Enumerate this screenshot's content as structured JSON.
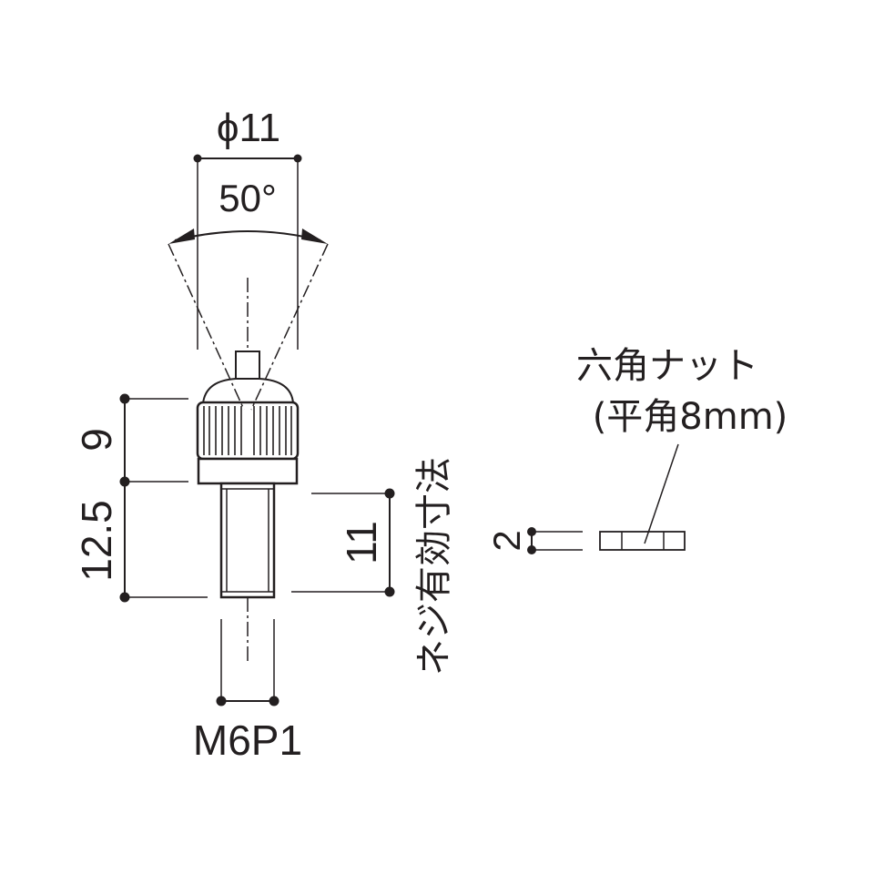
{
  "dimensions": {
    "diameter": "ϕ11",
    "angle": "50°",
    "knob_height": "9",
    "shaft_length": "12.5",
    "thread_length": "11",
    "thread_spec": "M6P1",
    "nut_thickness": "2"
  },
  "labels": {
    "effective_thread": "ネジ有効寸法",
    "hex_nut": "六角ナット",
    "hex_nut_size": "(平角8mm)"
  },
  "colors": {
    "ink": "#231f20",
    "background": "#ffffff"
  }
}
